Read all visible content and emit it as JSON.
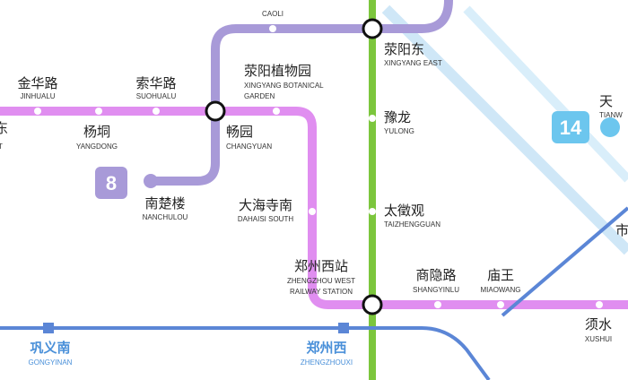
{
  "colors": {
    "line_pink": "#e08ef0",
    "line_purple": "#a89ad8",
    "line_green": "#7cc63d",
    "line_blue": "#5b86d6",
    "line_lightblue": "#cfe7f7",
    "badge_8": "#a89ad8",
    "badge_14": "#6cc6ee",
    "station_text_blue": "#4a90d9"
  },
  "line_badges": {
    "line8": "8",
    "line14": "14"
  },
  "stations": {
    "caoli": {
      "en": "CAOLI"
    },
    "jinhualu": {
      "zh": "金华路",
      "en": "JINHUALU"
    },
    "suohualu": {
      "zh": "索华路",
      "en": "SUOHUALU"
    },
    "xingyang_botanical": {
      "zh": "荥阳植物园",
      "en1": "XINGYANG BOTANICAL",
      "en2": "GARDEN"
    },
    "xingyang_east": {
      "zh": "荥阳东",
      "en": "XINGYANG EAST"
    },
    "yangdong": {
      "zh": "杨垌",
      "en": "YANGDONG"
    },
    "changyuan": {
      "zh": "畅园",
      "en": "CHANGYUAN"
    },
    "yulong": {
      "zh": "豫龙",
      "en": "YULONG"
    },
    "nanchulou": {
      "zh": "南楚楼",
      "en": "NANCHULOU"
    },
    "dahaisi_south": {
      "zh": "大海寺南",
      "en": "DAHAISI SOUTH"
    },
    "taizhengguan": {
      "zh": "太徵观",
      "en": "TAIZHENGGUAN"
    },
    "zhengzhou_west_rail": {
      "zh": "郑州西站",
      "en1": "ZHENGZHOU WEST",
      "en2": "RAILWAY STATION"
    },
    "shangyinlu": {
      "zh": "商隐路",
      "en": "SHANGYINLU"
    },
    "miaowang": {
      "zh": "庙王",
      "en": "MIAOWANG"
    },
    "xushui": {
      "zh": "须水",
      "en": "XUSHUI"
    },
    "gongyinan": {
      "zh": "巩义南",
      "en": "GONGYINAN"
    },
    "zhengzhouxi": {
      "zh": "郑州西",
      "en": "ZHENGZHOUXI"
    },
    "edge_left": {
      "zh": "东",
      "en": "T"
    },
    "edge_right_top": {
      "zh": "天",
      "en": "TIANW"
    },
    "edge_right_mid": {
      "zh": "市"
    }
  }
}
